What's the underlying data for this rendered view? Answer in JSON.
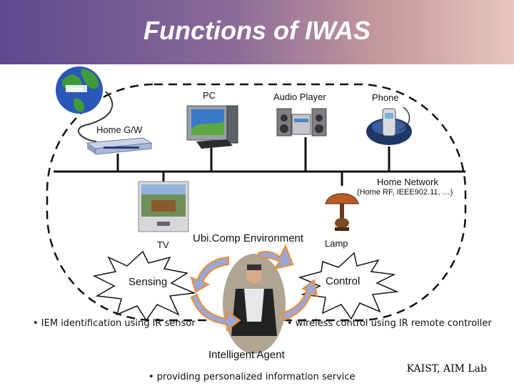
{
  "title": "Functions of IWAS",
  "devices": {
    "www": "www",
    "pc": "PC",
    "audio": "Audio Player",
    "phone": "Phone",
    "gateway": "Home G/W",
    "network": "Home Network",
    "network_detail": "(Home RF, IEEE902.11, …)",
    "tv": "TV",
    "lamp": "Lamp"
  },
  "environment": "Ubi.Comp Environment",
  "sensing": "Sensing",
  "control": "Control",
  "agent": "Intelligent Agent",
  "bullets": {
    "sensing": "• IEM identification using IR sensor",
    "control": "• wireless control using IR remote controller",
    "agent": "• providing personalized information service"
  },
  "footer": "KAIST, AIM Lab",
  "colors": {
    "header_start": "#5c4a8e",
    "header_end": "#e6c7bd",
    "arrow_fill": "#9aa8d8",
    "arrow_stroke": "#f08a30"
  }
}
